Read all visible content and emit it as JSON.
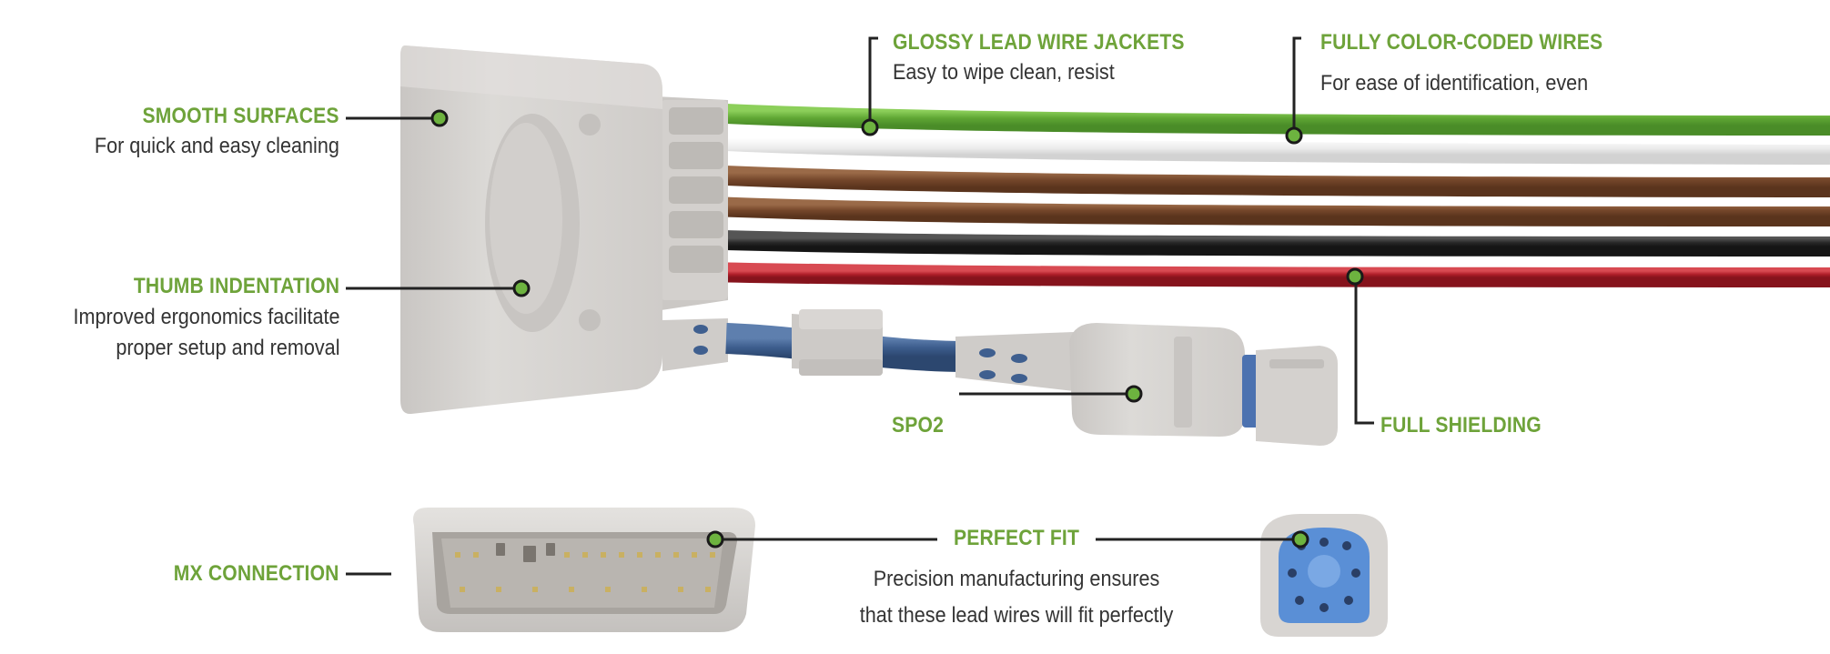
{
  "colors": {
    "accent": "#6ea33a",
    "leader": "#222222",
    "housing": "#d6d3d0",
    "wire_green": "#6db33f",
    "wire_white": "#f2f2f2",
    "wire_brown": "#7a4a2a",
    "wire_black": "#2b2b2b",
    "wire_red": "#b01f2a",
    "spo2_cable": "#3f5f8f",
    "socket_blue": "#5a8fd6"
  },
  "callouts": {
    "smooth_surfaces": {
      "title": "SMOOTH SURFACES",
      "desc": "For quick and easy cleaning"
    },
    "thumb_indentation": {
      "title": "THUMB INDENTATION",
      "desc_line1": "Improved ergonomics facilitate",
      "desc_line2": "proper setup and removal"
    },
    "glossy_jackets": {
      "title": "GLOSSY LEAD WIRE JACKETS",
      "desc": "Easy to wipe clean, resist"
    },
    "color_coded": {
      "title": "FULLY COLOR-CODED WIRES",
      "desc": "For ease of identification, even"
    },
    "spo2": {
      "title": "SPO2"
    },
    "full_shielding": {
      "title": "FULL SHIELDING"
    },
    "mx_connection": {
      "title": "MX CONNECTION"
    },
    "perfect_fit": {
      "title": "PERFECT FIT",
      "desc_line1": "Precision manufacturing ensures",
      "desc_line2": "that these lead wires will fit perfectly"
    }
  },
  "icons": [
    "callout-dot-icon",
    "lead-wire-connector-illustration",
    "mx-connector-illustration",
    "spo2-socket-illustration"
  ]
}
